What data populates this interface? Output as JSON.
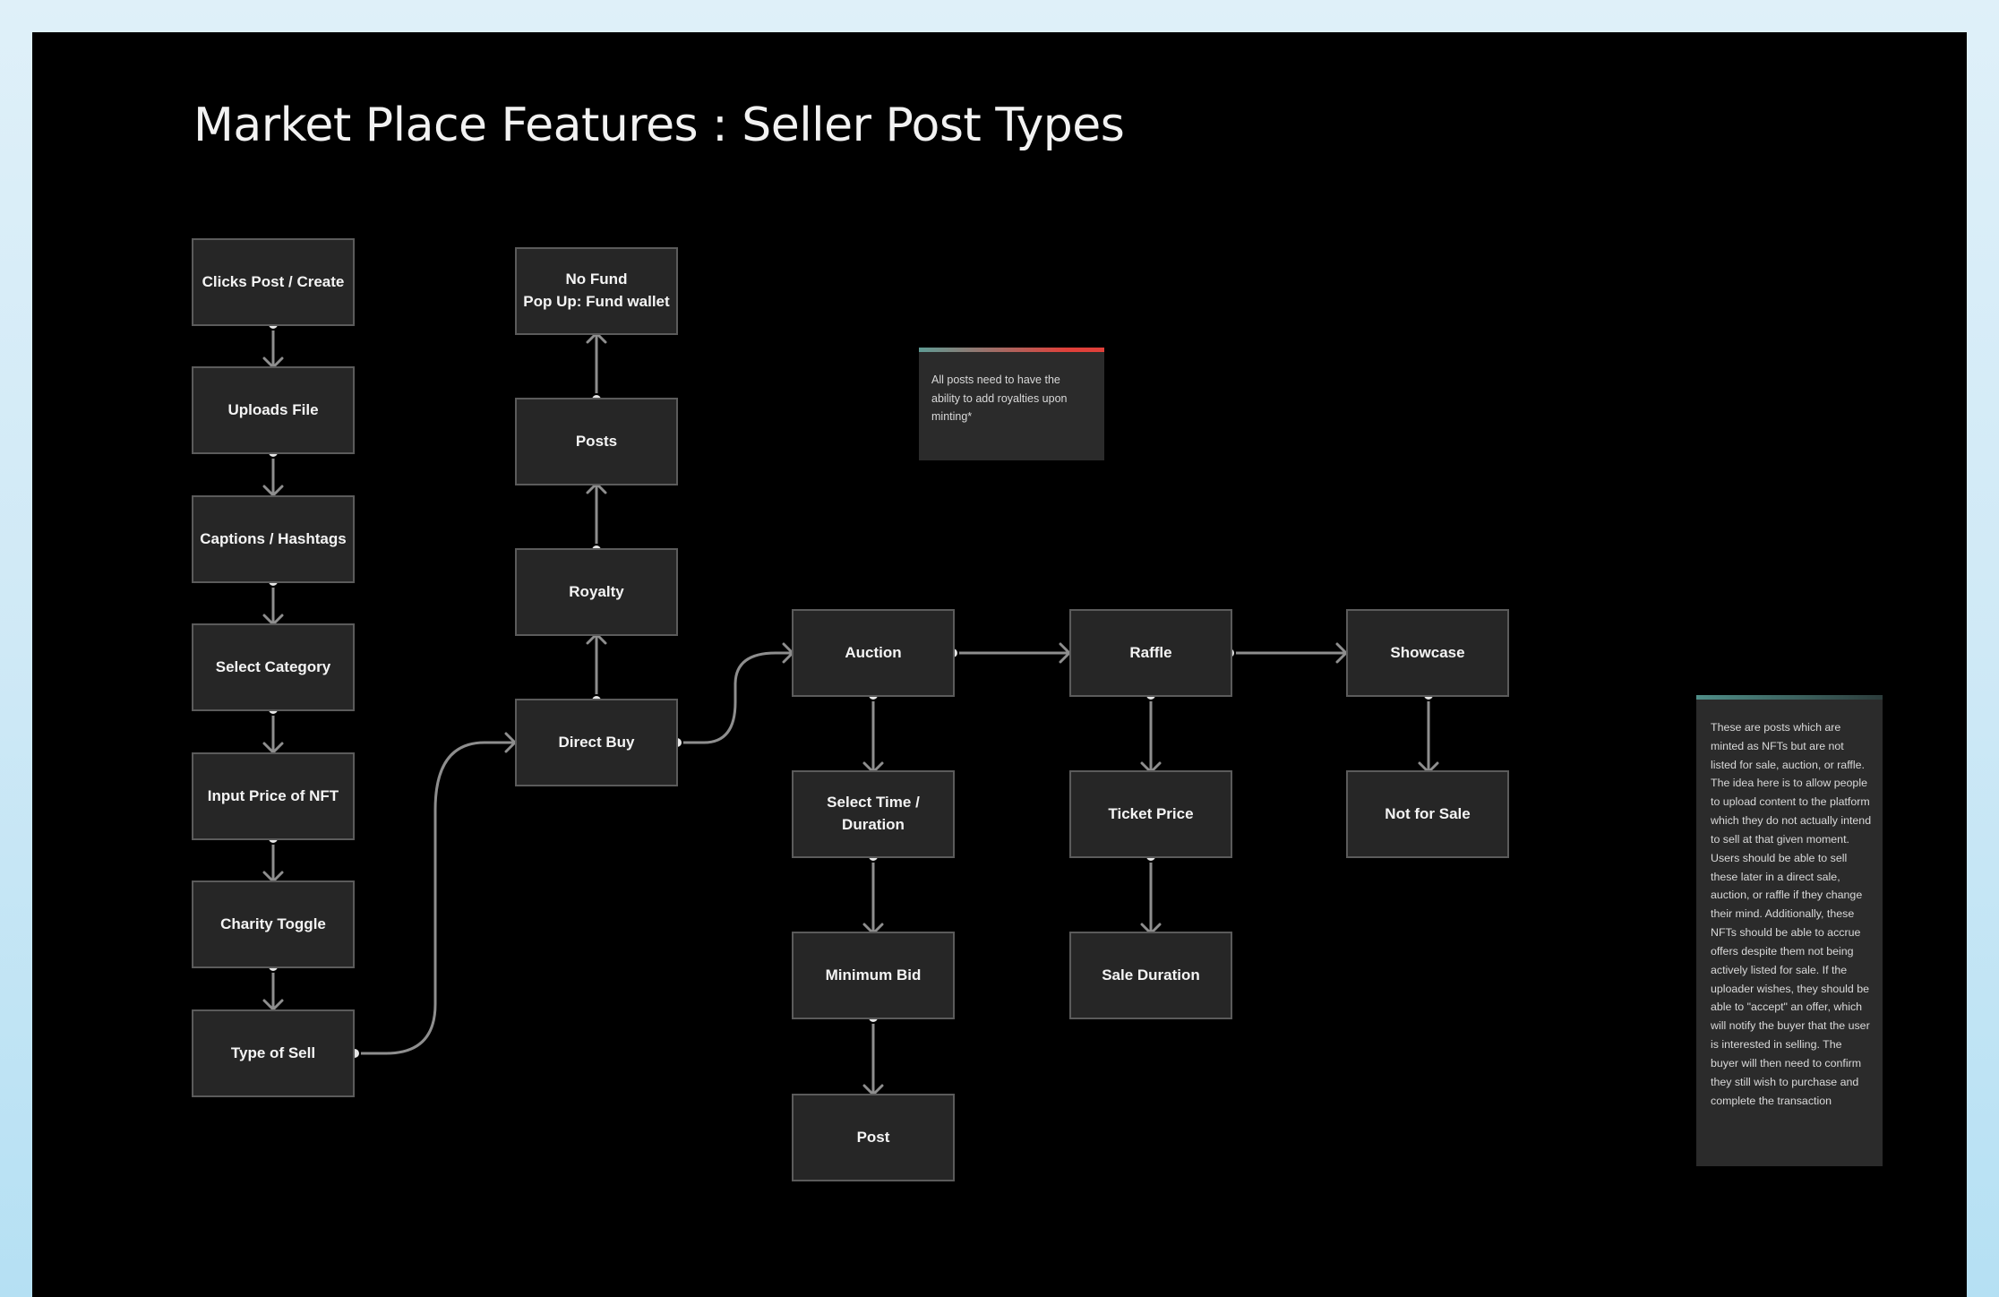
{
  "title": "Market Place Features : Seller Post Types",
  "colors": {
    "board": "#000000",
    "node_fill": "#262626",
    "node_border": "#5b5b5b",
    "connector": "#8e8e8e",
    "port": "#e6e6e6"
  },
  "nodes": {
    "clicks_post": "Clicks Post / Create",
    "uploads_file": "Uploads File",
    "captions": "Captions / Hashtags",
    "select_category": "Select Category",
    "input_price": "Input Price of NFT",
    "charity_toggle": "Charity Toggle",
    "type_of_sell": "Type of Sell",
    "no_fund": "No Fund\nPop Up: Fund wallet",
    "posts": "Posts",
    "royalty": "Royalty",
    "direct_buy": "Direct Buy",
    "auction": "Auction",
    "select_time": "Select Time /\nDuration",
    "minimum_bid": "Minimum Bid",
    "post": "Post",
    "raffle": "Raffle",
    "ticket_price": "Ticket Price",
    "sale_duration": "Sale Duration",
    "showcase": "Showcase",
    "not_for_sale": "Not for Sale"
  },
  "notes": {
    "royalties": "All posts need to have the ability to add royalties upon minting*",
    "showcase_info": "These are posts which are minted as NFTs but are not listed for sale, auction, or raffle. The idea here is to allow people to upload content to the platform which they do not actually intend to sell at that given moment. Users should be able to sell these later in a direct sale, auction, or raffle if they change their mind. Additionally,  these NFTs should be able to accrue offers despite them not being actively listed for sale. If the uploader wishes, they should be able to  \"accept\" an offer, which will notify the buyer that the user is interested in selling. The buyer will then need to confirm they still wish to  purchase and complete the transaction"
  }
}
